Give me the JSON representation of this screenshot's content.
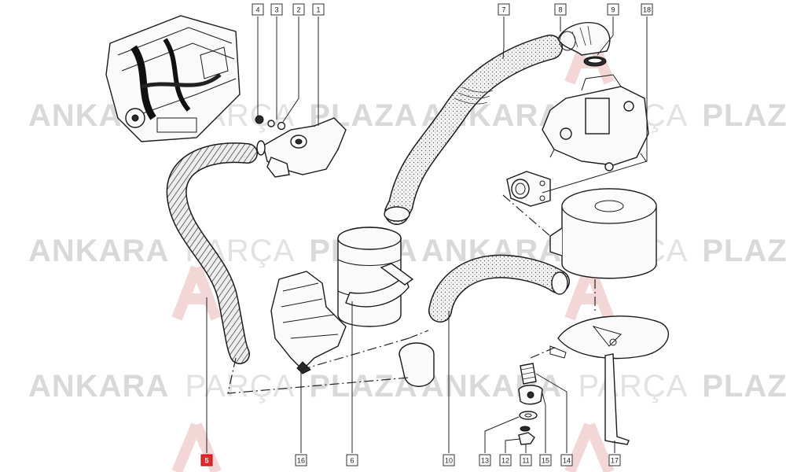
{
  "watermark": {
    "brand_bold_1": "ANKARA",
    "brand_thin": "PARÇA",
    "brand_bold_2": "PLAZA"
  },
  "callouts": [
    {
      "id": "c4",
      "label": "4"
    },
    {
      "id": "c3",
      "label": "3"
    },
    {
      "id": "c2",
      "label": "2"
    },
    {
      "id": "c1",
      "label": "1"
    },
    {
      "id": "c7",
      "label": "7"
    },
    {
      "id": "c8",
      "label": "8"
    },
    {
      "id": "c9",
      "label": "9"
    },
    {
      "id": "c18",
      "label": "18"
    },
    {
      "id": "c5",
      "label": "5",
      "highlight": true
    },
    {
      "id": "c16",
      "label": "16"
    },
    {
      "id": "c6",
      "label": "6"
    },
    {
      "id": "c10",
      "label": "10"
    },
    {
      "id": "c13",
      "label": "13"
    },
    {
      "id": "c12",
      "label": "12"
    },
    {
      "id": "c11",
      "label": "11"
    },
    {
      "id": "c15",
      "label": "15"
    },
    {
      "id": "c14",
      "label": "14"
    },
    {
      "id": "c17",
      "label": "17"
    }
  ],
  "colors": {
    "highlight": "#e8262a",
    "watermark": "#d9d9d9",
    "line": "#1a1a1a"
  }
}
